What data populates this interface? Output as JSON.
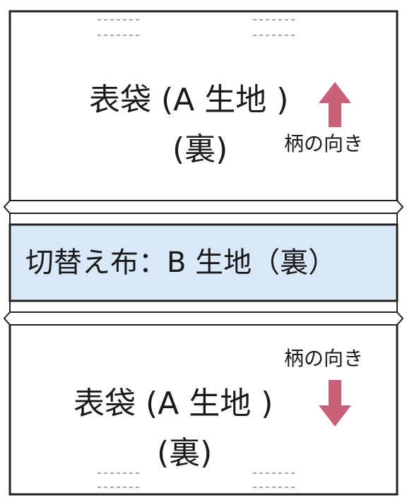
{
  "top_panel": {
    "title": "表袋 (A 生地 )",
    "side": "(裏)",
    "direction_label": "柄の向き",
    "arrow_direction": "up"
  },
  "middle_band": {
    "title": "切替え布：B 生地（裏）"
  },
  "bottom_panel": {
    "title": "表袋 (A 生地 )",
    "side": "(裏)",
    "direction_label": "柄の向き",
    "arrow_direction": "down"
  },
  "colors": {
    "band_fill": "#d8e8f8",
    "arrow": "#c9607a",
    "outline": "#222222",
    "dash": "#888888"
  }
}
